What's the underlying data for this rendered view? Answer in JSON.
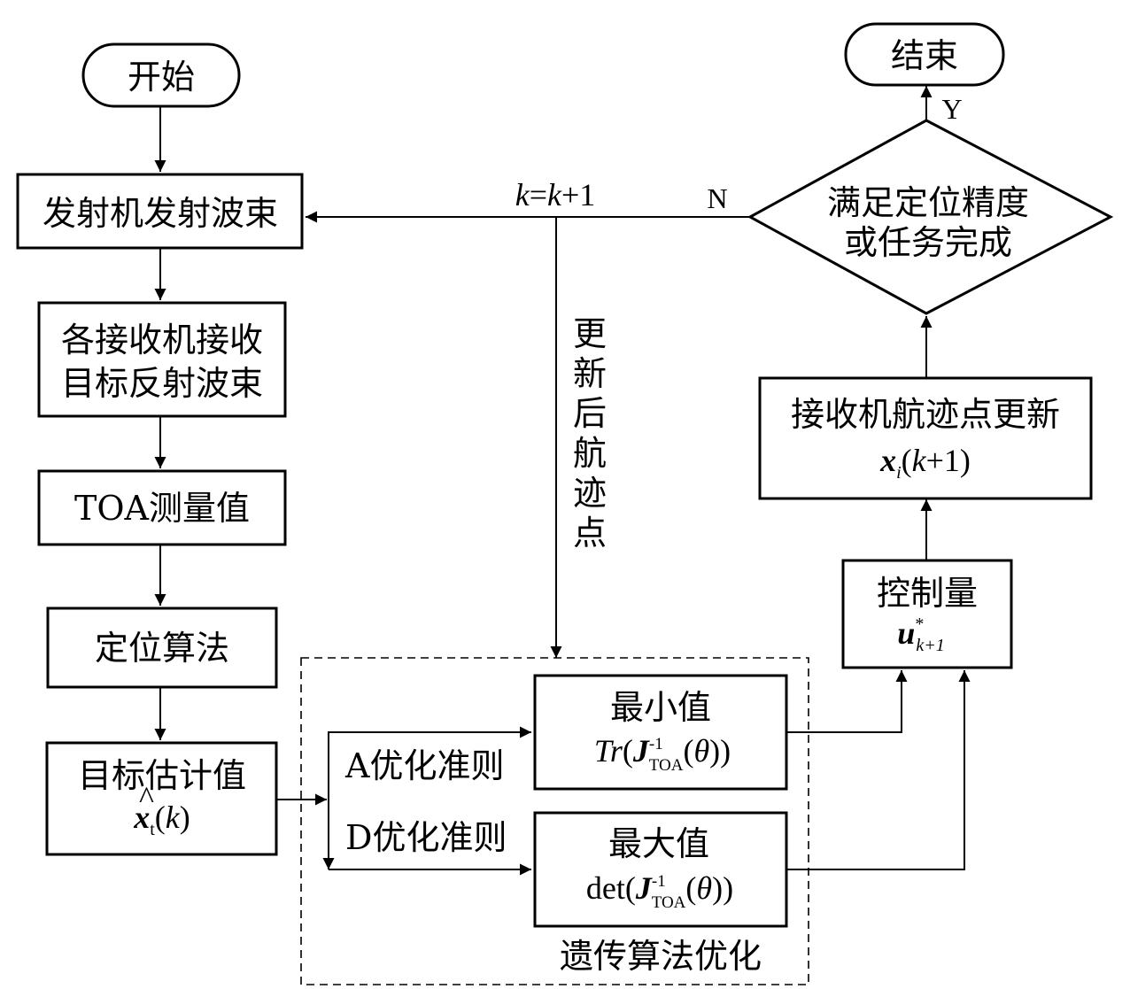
{
  "nodes": {
    "start": "开始",
    "end": "结束",
    "transmit": "发射机发射波束",
    "receive_line1": "各接收机接收",
    "receive_line2": "目标反射波束",
    "toa": "TOA测量值",
    "locate": "定位算法",
    "estimate_title": "目标估计值",
    "estimate_symbol_var": "x",
    "estimate_symbol_sub": "t",
    "estimate_symbol_arg": "k",
    "decision_line1": "满足定位精度",
    "decision_line2": "或任务完成",
    "update_title": "接收机航迹点更新",
    "update_symbol_var": "x",
    "update_symbol_sub": "i",
    "update_symbol_arg": "k",
    "update_symbol_plus": "+1",
    "control_title": "控制量",
    "control_symbol_var": "u",
    "control_symbol_sup": "*",
    "control_symbol_sub": "k+1",
    "min_title": "最小值",
    "min_formula_func": "Tr",
    "max_title": "最大值",
    "max_formula_func": "det",
    "formula_J": "J",
    "formula_sup": "-1",
    "formula_sub": "TOA",
    "formula_theta": "θ"
  },
  "edge_labels": {
    "loop_k": "k",
    "loop_eq": "=",
    "loop_k2": "k",
    "loop_plus": "+1",
    "no": "N",
    "yes": "Y",
    "vertical_text": [
      "更",
      "新",
      "后",
      "航",
      "迹",
      "点"
    ],
    "criterion_a": "A优化准则",
    "criterion_d": "D优化准则",
    "ga_group": "遗传算法优化"
  }
}
